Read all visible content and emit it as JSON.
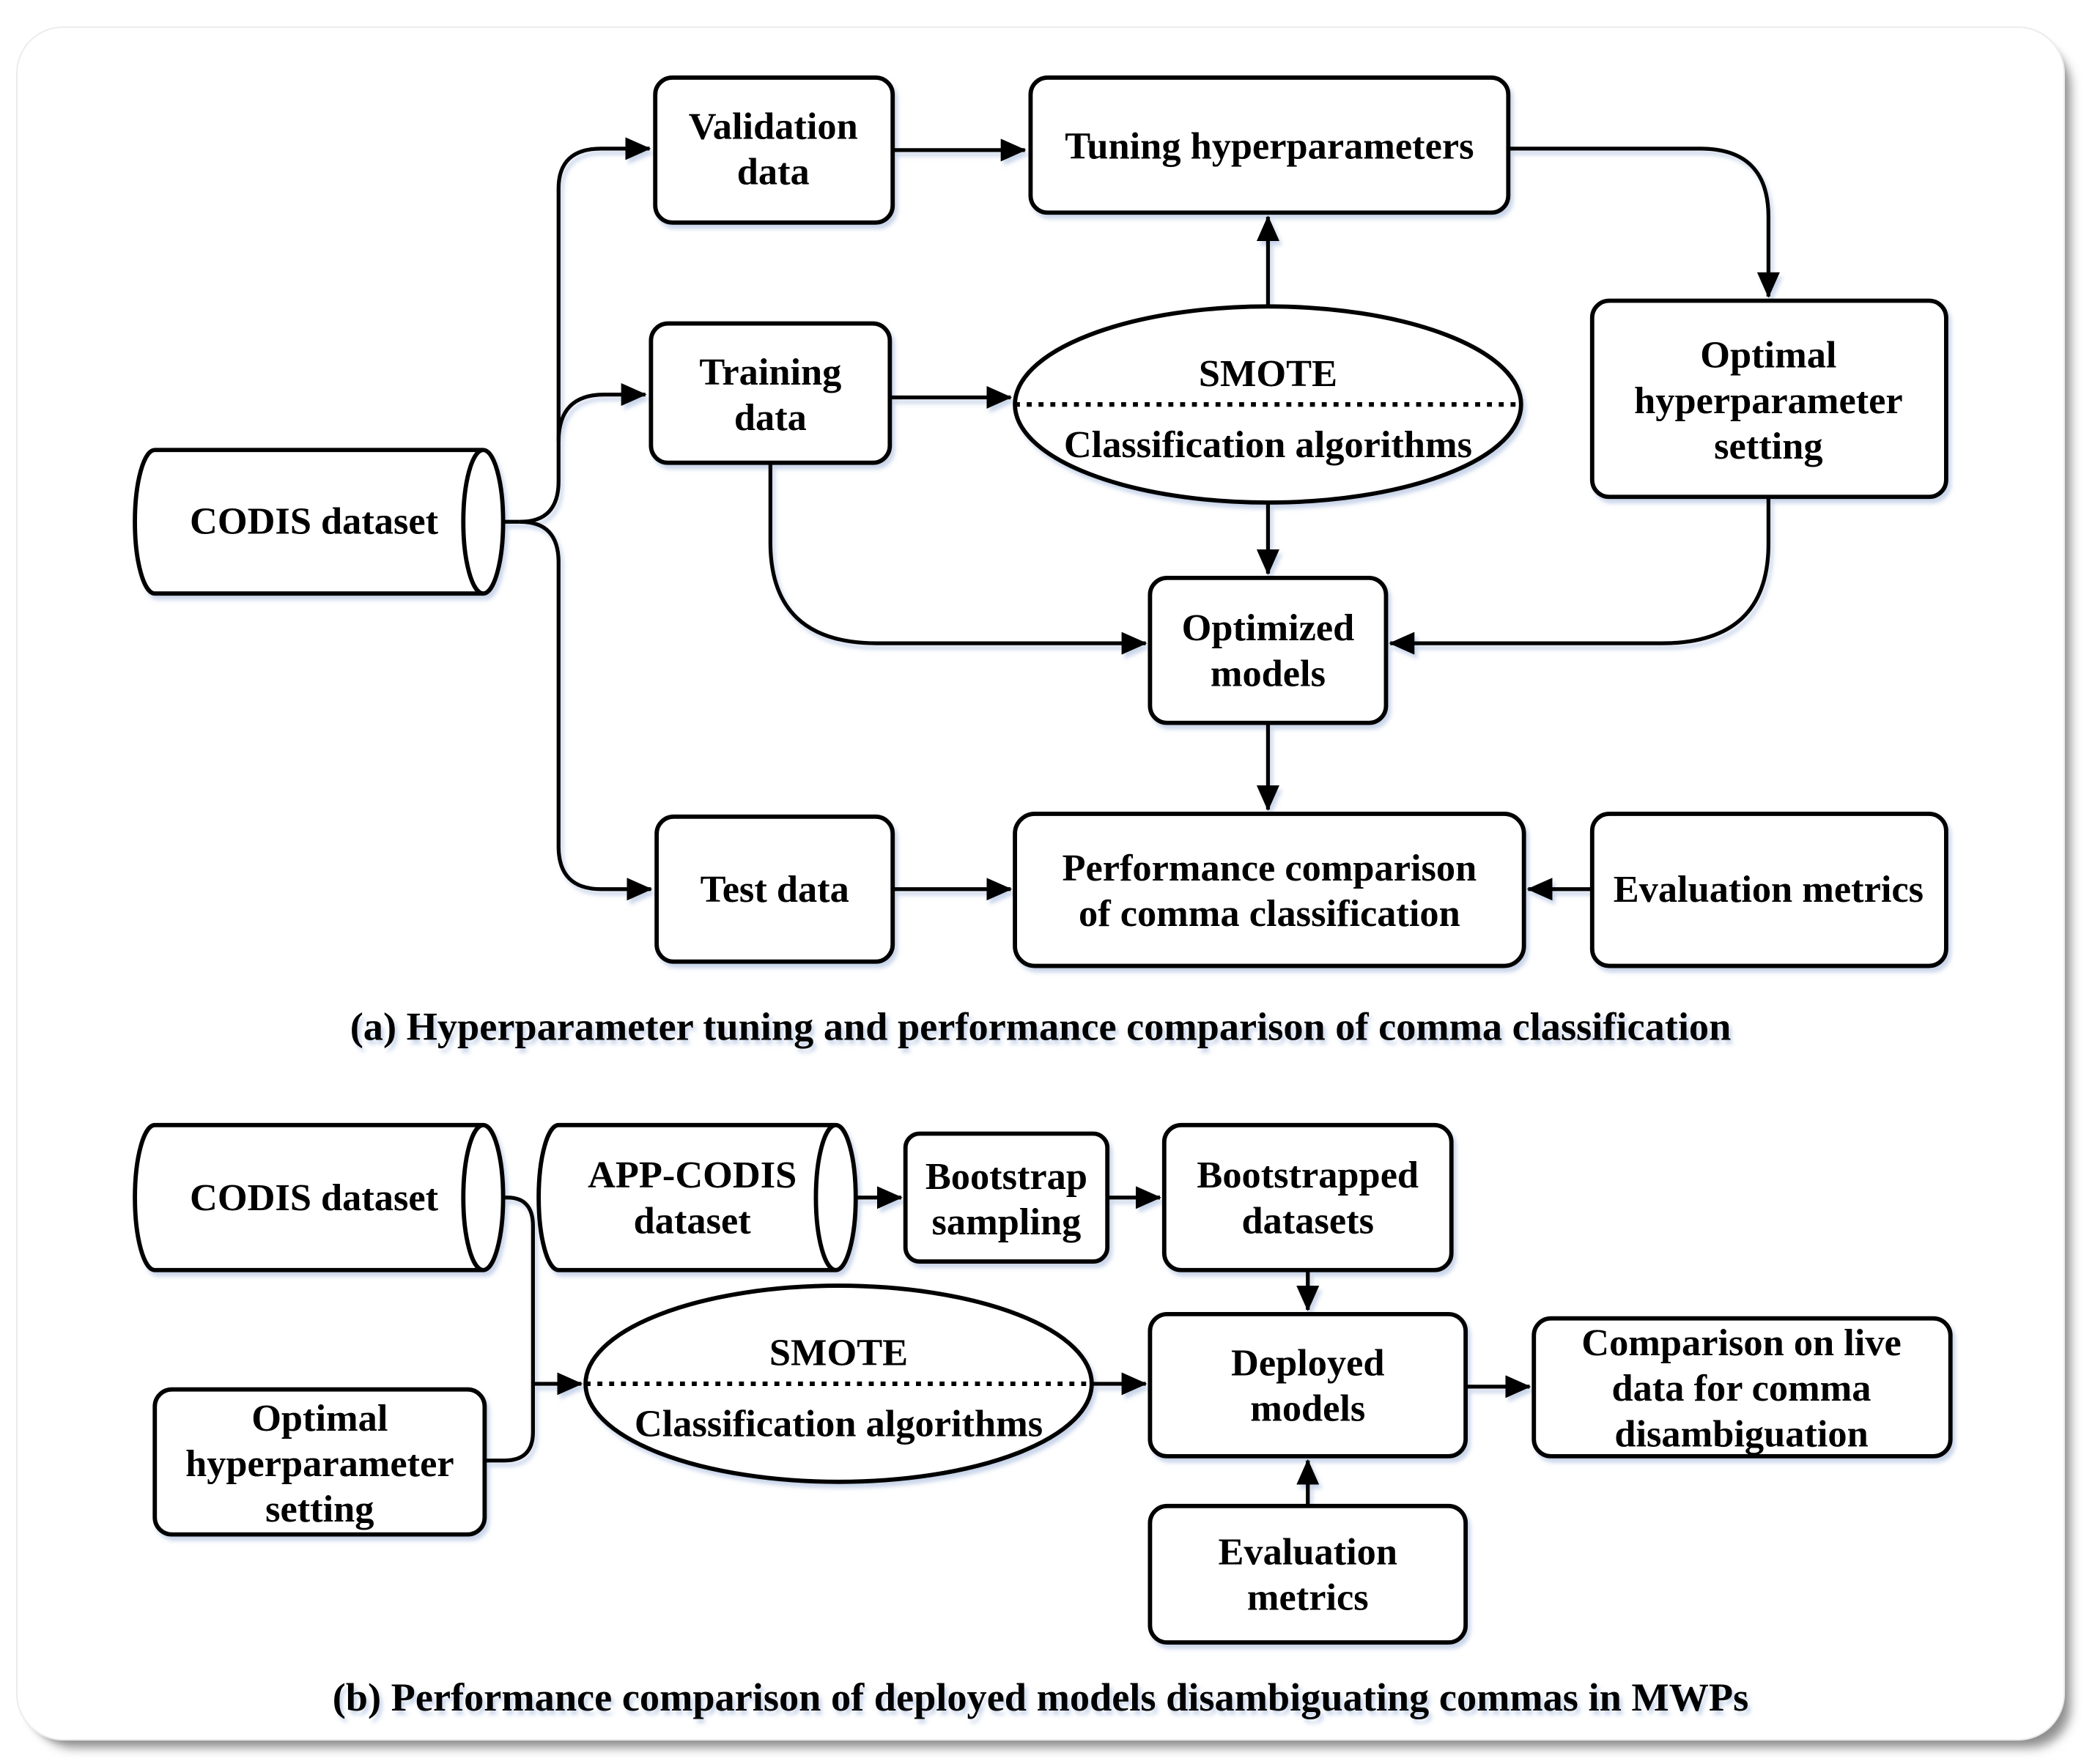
{
  "figure": {
    "colors": {
      "ink": "#000000",
      "paper": "#ffffff",
      "soft_shadow": "#9cb2d8"
    },
    "panel_a": {
      "caption": "(a) Hyperparameter tuning and performance comparison of comma classification",
      "codis": "CODIS dataset",
      "validation": [
        "Validation",
        "data"
      ],
      "training": [
        "Training",
        "data"
      ],
      "test": "Test data",
      "tuning": "Tuning hyperparameters",
      "smote": {
        "top": "SMOTE",
        "bottom": "Classification algorithms"
      },
      "optimal": [
        "Optimal",
        "hyperparameter",
        "setting"
      ],
      "optimized": [
        "Optimized",
        "models"
      ],
      "performance": [
        "Performance comparison",
        "of comma classification"
      ],
      "evaluation": "Evaluation metrics"
    },
    "panel_b": {
      "caption": "(b) Performance comparison of deployed models disambiguating commas in MWPs",
      "codis": "CODIS dataset",
      "app_codis": [
        "APP-CODIS",
        "dataset"
      ],
      "bootstrap_sampling": [
        "Bootstrap",
        "sampling"
      ],
      "bootstrapped_datasets": [
        "Bootstrapped",
        "datasets"
      ],
      "smote": {
        "top": "SMOTE",
        "bottom": "Classification algorithms"
      },
      "deployed": [
        "Deployed",
        "models"
      ],
      "comparison": [
        "Comparison on live",
        "data for comma",
        "disambiguation"
      ],
      "optimal": [
        "Optimal",
        "hyperparameter",
        "setting"
      ],
      "evaluation": [
        "Evaluation",
        "metrics"
      ]
    }
  }
}
